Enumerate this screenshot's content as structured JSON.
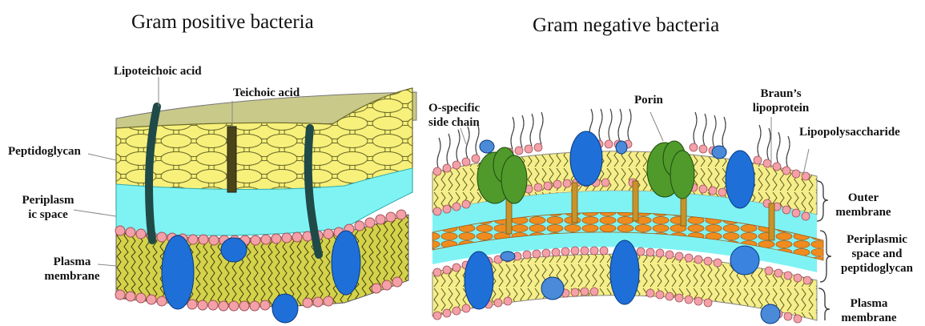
{
  "titles": {
    "gram_positive": "Gram positive bacteria",
    "gram_negative": "Gram negative bacteria"
  },
  "gram_positive_labels": {
    "lipoteichoic_acid": "Lipoteichoic acid",
    "teichoic_acid": "Teichoic acid",
    "peptidoglycan": "Peptidoglycan",
    "periplasmic_space_1": "Periplasm",
    "periplasmic_space_2": "ic space",
    "plasma_membrane_1": "Plasma",
    "plasma_membrane_2": "membrane"
  },
  "gram_negative_labels": {
    "o_specific_1": "O-specific",
    "o_specific_2": "side chain",
    "porin": "Porin",
    "brauns_1": "Braun’s",
    "brauns_2": "lipoprotein",
    "lipopolysaccharide": "Lipopolysaccharide",
    "outer_membrane_1": "Outer",
    "outer_membrane_2": "membrane",
    "periplasmic_1": "Periplasmic",
    "periplasmic_2": "space and",
    "periplasmic_3": "peptidoglycan",
    "plasma_membrane_1": "Plasma",
    "plasma_membrane_2": "membrane"
  },
  "colors": {
    "peptidoglycan_yellow": "#f7f07a",
    "periplasm_cyan": "#7ff3f3",
    "membrane_olive": "#d4d24a",
    "lipid_head_pink": "#f4a0a8",
    "protein_blue": "#1e6fd8",
    "porin_green": "#4f9a2a",
    "acid_dark": "#1f4a48",
    "peptidoglycan_orange": "#f08c1e"
  }
}
